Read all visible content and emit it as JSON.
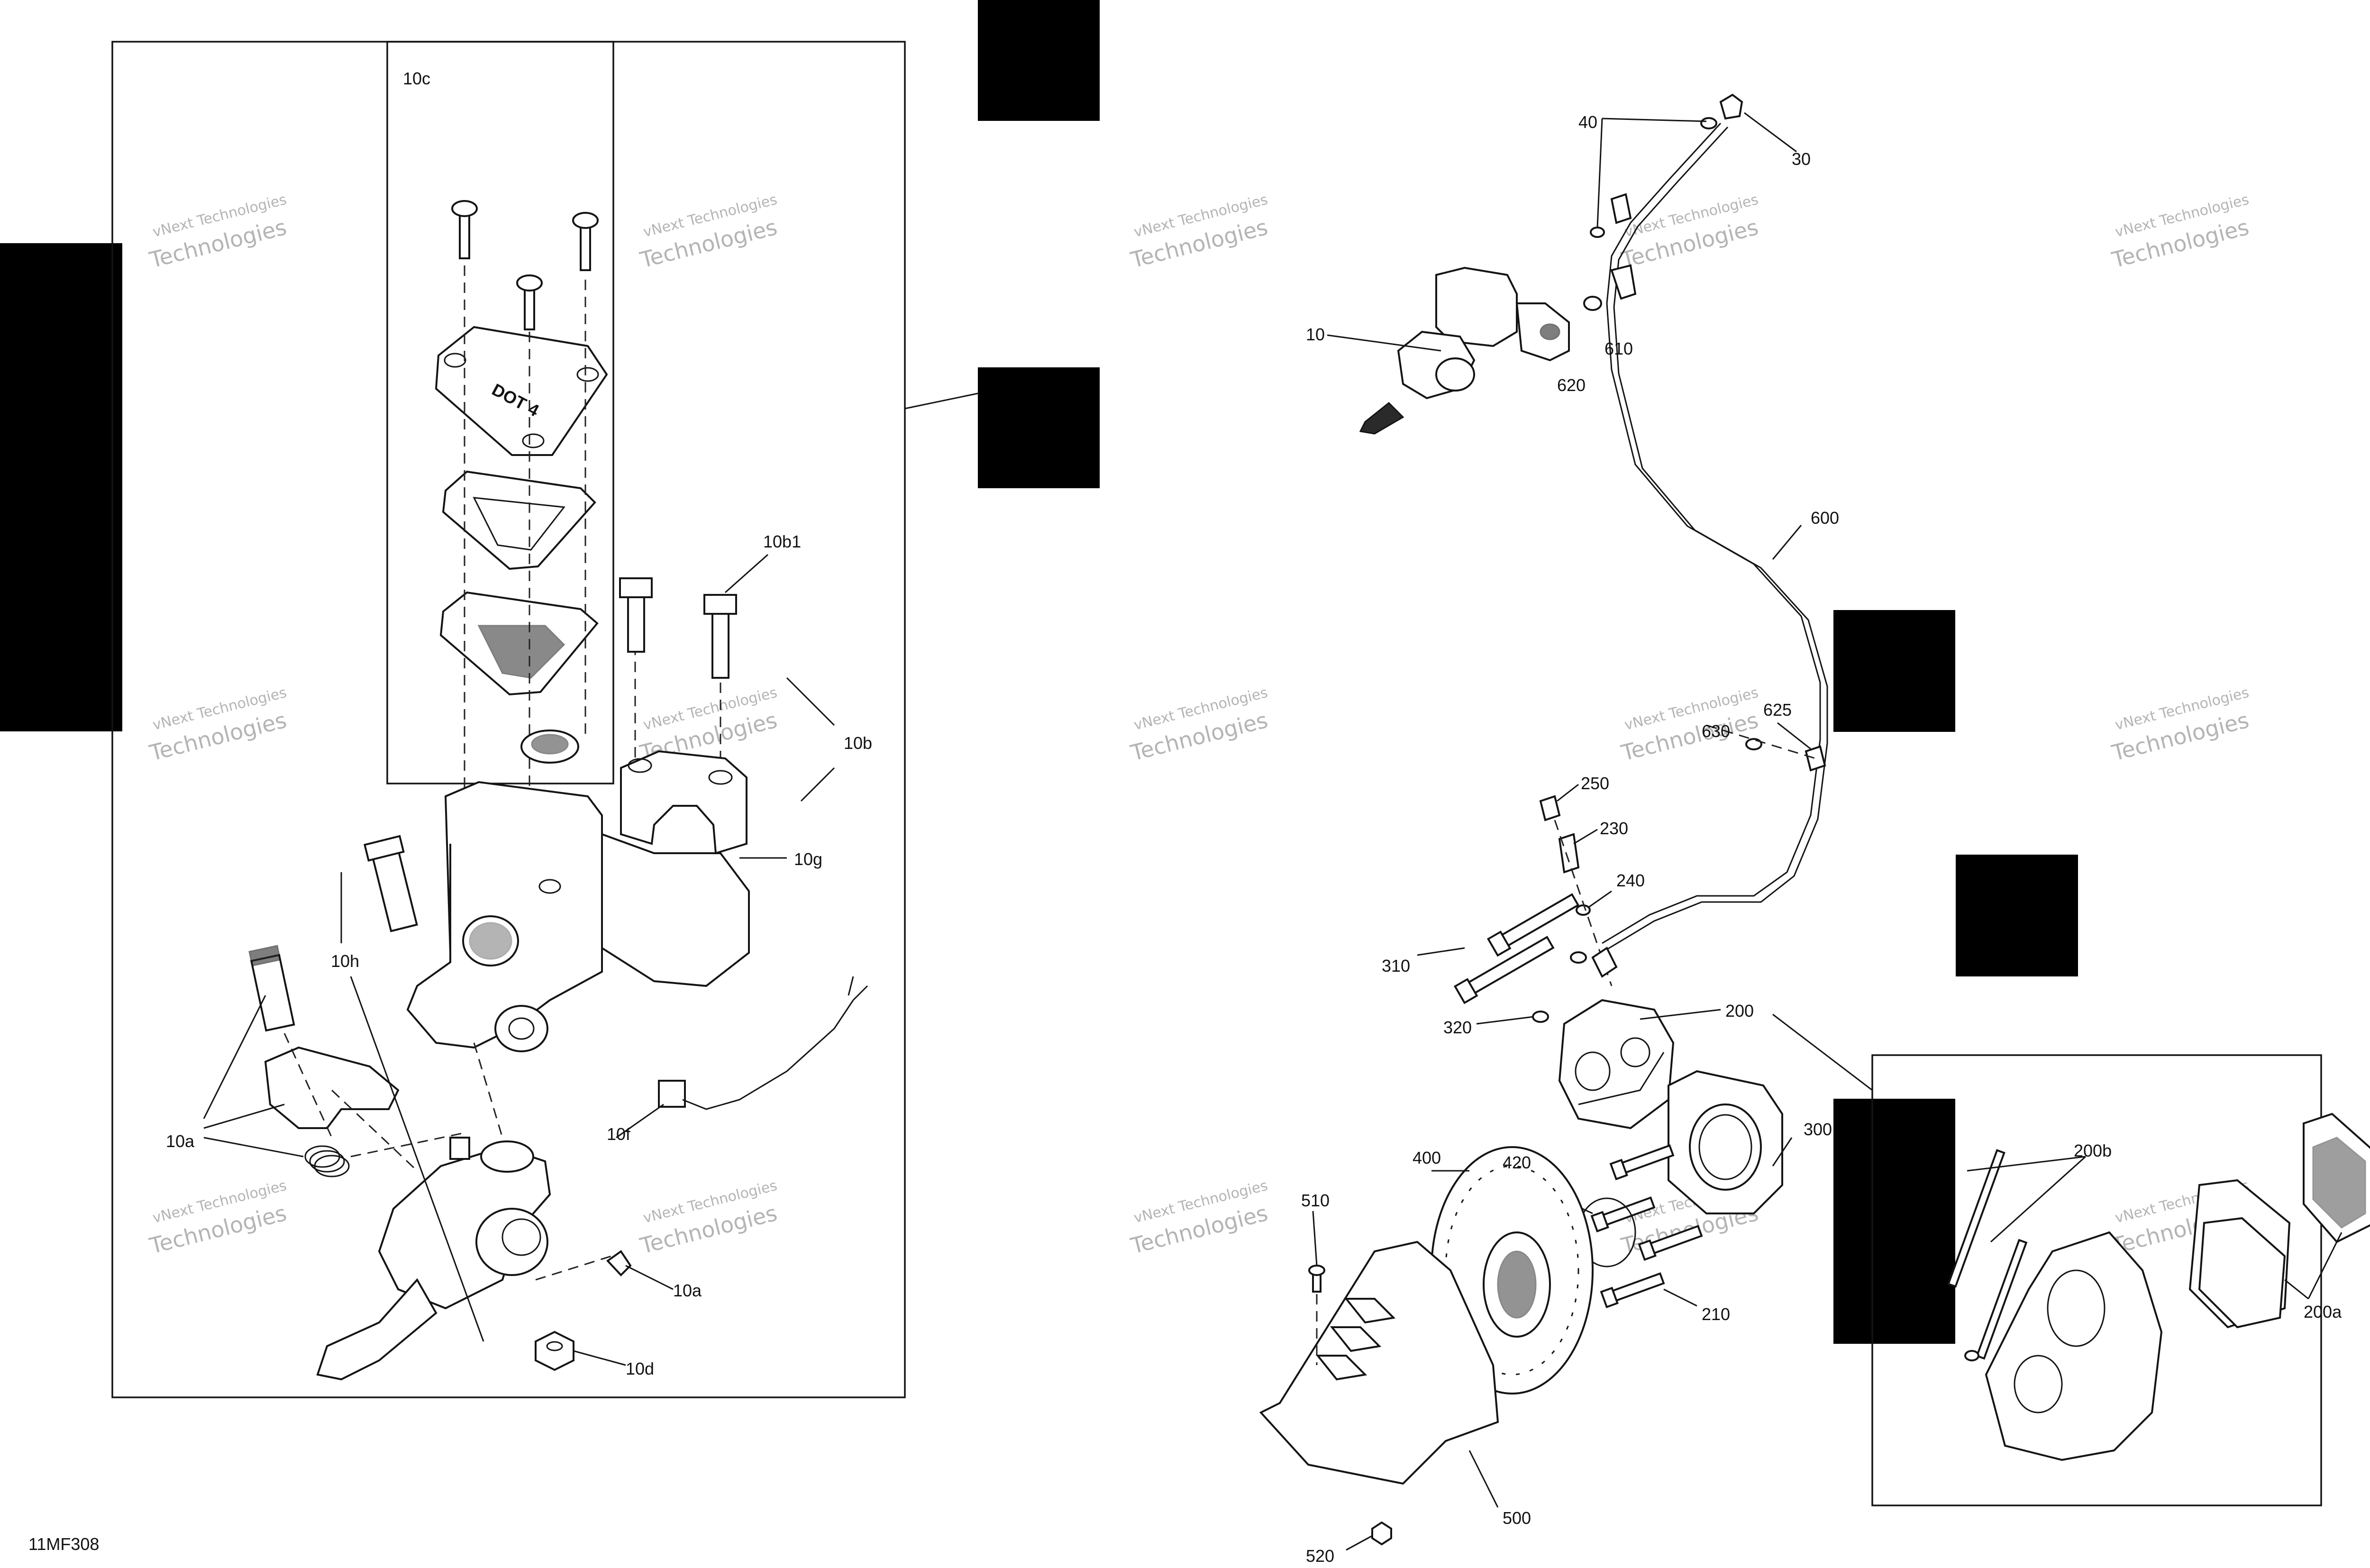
{
  "figure_code": "11MF308",
  "watermark": {
    "line1": "vNext Technologies",
    "line2": "Technologies"
  },
  "callouts": {
    "c10c": "10c",
    "c10b1": "10b1",
    "c10b": "10b",
    "c10g": "10g",
    "c10h": "10h",
    "c10a_1": "10a",
    "c10a_2": "10a",
    "c10f": "10f",
    "c10d": "10d",
    "c40": "40",
    "c30": "30",
    "c10": "10",
    "c620": "620",
    "c610": "610",
    "c600": "600",
    "c625": "625",
    "c630": "630",
    "c250": "250",
    "c230": "230",
    "c240": "240",
    "c310": "310",
    "c320": "320",
    "c200": "200",
    "c300": "300",
    "c400": "400",
    "c420": "420",
    "c510": "510",
    "c210": "210",
    "c500": "500",
    "c520": "520",
    "c200b": "200b",
    "c200a": "200a"
  },
  "reservoir_cap_text": "DOT 4"
}
